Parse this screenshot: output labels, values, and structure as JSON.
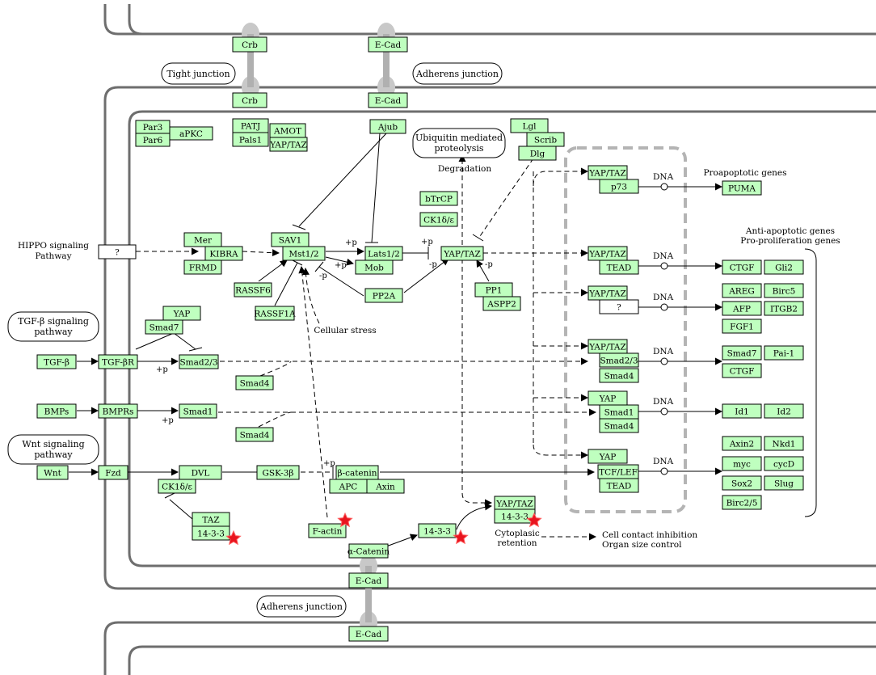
{
  "nodes": {
    "crb_top": "Crb",
    "crb_bot": "Crb",
    "ecad_top": "E-Cad",
    "ecad_mid": "E-Cad",
    "ecad_low1": "E-Cad",
    "ecad_low2": "E-Cad",
    "par3": "Par3",
    "par6": "Par6",
    "apkc": "aPKC",
    "patj": "PATJ",
    "pals1": "Pals1",
    "amot": "AMOT",
    "yaptaz_amot": "YAP/TAZ",
    "ajub": "Ajub",
    "lgl": "Lgl",
    "scrib": "Scrib",
    "dlg": "Dlg",
    "btrcp": "bTrCP",
    "ck1e_top": "CK1δ/ε",
    "mer": "Mer",
    "kibra": "KIBRA",
    "frmd": "FRMD",
    "q_hippo": "?",
    "sav1": "SAV1",
    "mst12": "Mst1/2",
    "lats12": "Lats1/2",
    "mob": "Mob",
    "rassf6": "RASSF6",
    "rassf1a": "RASSF1A",
    "pp2a": "PP2A",
    "yaptaz_main": "YAP/TAZ",
    "pp1": "PP1",
    "aspp2": "ASPP2",
    "yap_smad7": "YAP",
    "smad7_left": "Smad7",
    "tgfb": "TGF-β",
    "tgfbr": "TGF-βR",
    "smad23_left": "Smad2/3",
    "smad4_a": "Smad4",
    "bmps": "BMPs",
    "bmprs": "BMPRs",
    "smad1_left": "Smad1",
    "smad4_b": "Smad4",
    "wnt": "Wnt",
    "fzd": "Fzd",
    "dvl": "DVL",
    "ck1e_low": "CK1δ/ε",
    "gsk3b": "GSK-3β",
    "bcat": "β-catenin",
    "apc": "APC",
    "axin": "Axin",
    "taz_low": "TAZ",
    "t1433_a": "14-3-3",
    "factin": "F-actin",
    "acatenin": "α-Catenin",
    "t1433_b": "14-3-3",
    "yaptaz_cyto": "YAP/TAZ",
    "t1433_c": "14-3-3",
    "n_yaptaz1": "YAP/TAZ",
    "n_p73": "p73",
    "n_yaptaz2": "YAP/TAZ",
    "n_tead1": "TEAD",
    "n_yaptaz3": "YAP/TAZ",
    "n_q": "?",
    "n_yaptaz4": "YAP/TAZ",
    "n_smad23": "Smad2/3",
    "n_smad4": "Smad4",
    "n_yap5": "YAP",
    "n_smad1": "Smad1",
    "n_smad4b": "Smad4",
    "n_yap6": "YAP",
    "n_tcflef": "TCF/LEF",
    "n_tead2": "TEAD",
    "puma": "PUMA",
    "ctgf1": "CTGF",
    "gli2": "Gli2",
    "areg": "AREG",
    "birc5": "Birc5",
    "afp": "AFP",
    "itgb2": "ITGB2",
    "fgf1": "FGF1",
    "smad7_r": "Smad7",
    "pai1": "Pai-1",
    "ctgf2": "CTGF",
    "id1": "Id1",
    "id2": "Id2",
    "axin2": "Axin2",
    "nkd1": "Nkd1",
    "myc": "myc",
    "cycd": "cycD",
    "sox2": "Sox2",
    "slug": "Slug",
    "birc25": "Birc2/5"
  },
  "bubbles": {
    "tight_junction": "Tight junction",
    "adherens_top": "Adherens junction",
    "ubiquitin": [
      "Ubiquitin mediated",
      "proteolysis"
    ],
    "tgf_pathway": [
      "TGF-β signaling",
      "pathway"
    ],
    "wnt_pathway": [
      "Wnt signaling",
      "pathway"
    ],
    "adherens_bottom": "Adherens junction"
  },
  "labels": {
    "hippo": [
      "HIPPO signaling",
      "Pathway"
    ],
    "degradation": "Degradation",
    "cellular_stress": "Cellular stress",
    "proapoptotic": "Proapoptotic genes",
    "antiapoptotic": [
      "Anti-apoptotic genes",
      "Pro-proliferation genes"
    ],
    "cytoplasic": [
      "Cytoplasic",
      "retention"
    ],
    "cell_contact": [
      "Cell contact inhibition",
      "Organ size control"
    ],
    "dna": "DNA",
    "plus_p": "+p",
    "minus_p": "-p"
  },
  "colors": {
    "node_fill": "#bfffbf",
    "membrane": "#6e6e6e",
    "nucleus_dash": "#b4b4b4",
    "marker_star": "#e8141e"
  }
}
